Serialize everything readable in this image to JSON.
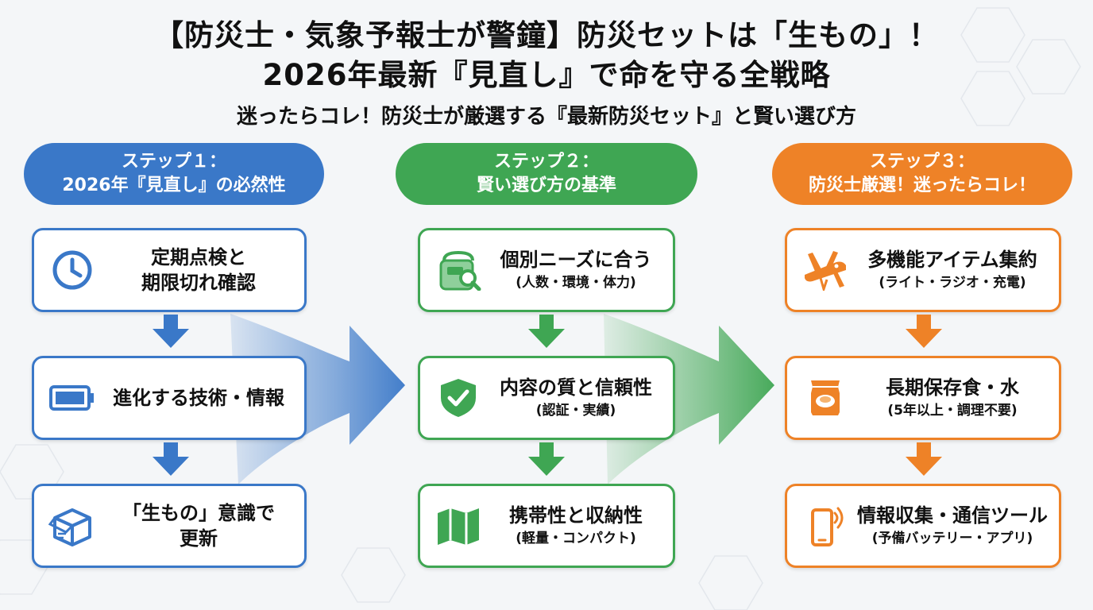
{
  "title": {
    "line1": "【防災士・気象予報士が警鐘】防災セットは「生もの」！",
    "line2": "2026年最新『見直し』で命を守る全戦略",
    "subtitle": "迷ったらコレ！防災士が厳選する『最新防災セット』と賢い選び方"
  },
  "colors": {
    "blue": "#3a78c8",
    "green": "#3fa653",
    "orange": "#ee8227"
  },
  "steps": [
    {
      "label": "ステップ１：",
      "name": "2026年『見直し』の必然性",
      "cards": [
        {
          "icon": "clock-icon",
          "main": "定期点検と",
          "main2": "期限切れ確認",
          "sub": ""
        },
        {
          "icon": "battery-icon",
          "main": "進化する技術・情報",
          "main2": "",
          "sub": ""
        },
        {
          "icon": "box-icon",
          "main": "「生もの」意識で",
          "main2": "更新",
          "sub": ""
        }
      ]
    },
    {
      "label": "ステップ２：",
      "name": "賢い選び方の基準",
      "cards": [
        {
          "icon": "backpack-search-icon",
          "main": "個別ニーズに合う",
          "main2": "",
          "sub": "(人数・環境・体力)"
        },
        {
          "icon": "shield-check-icon",
          "main": "内容の質と信頼性",
          "main2": "",
          "sub": "(認証・実績)"
        },
        {
          "icon": "map-icon",
          "main": "携帯性と収納性",
          "main2": "",
          "sub": "(軽量・コンパクト)"
        }
      ]
    },
    {
      "label": "ステップ３：",
      "name": "防災士厳選！迷ったらコレ！",
      "cards": [
        {
          "icon": "multitool-icon",
          "main": "多機能アイテム集約",
          "main2": "",
          "sub": "(ライト・ラジオ・充電)"
        },
        {
          "icon": "food-pack-icon",
          "main": "長期保存食・水",
          "main2": "",
          "sub": "(5年以上・調理不要)"
        },
        {
          "icon": "smartphone-icon",
          "main": "情報収集・通信ツール",
          "main2": "",
          "sub": "(予備バッテリー・アプリ)"
        }
      ]
    }
  ]
}
